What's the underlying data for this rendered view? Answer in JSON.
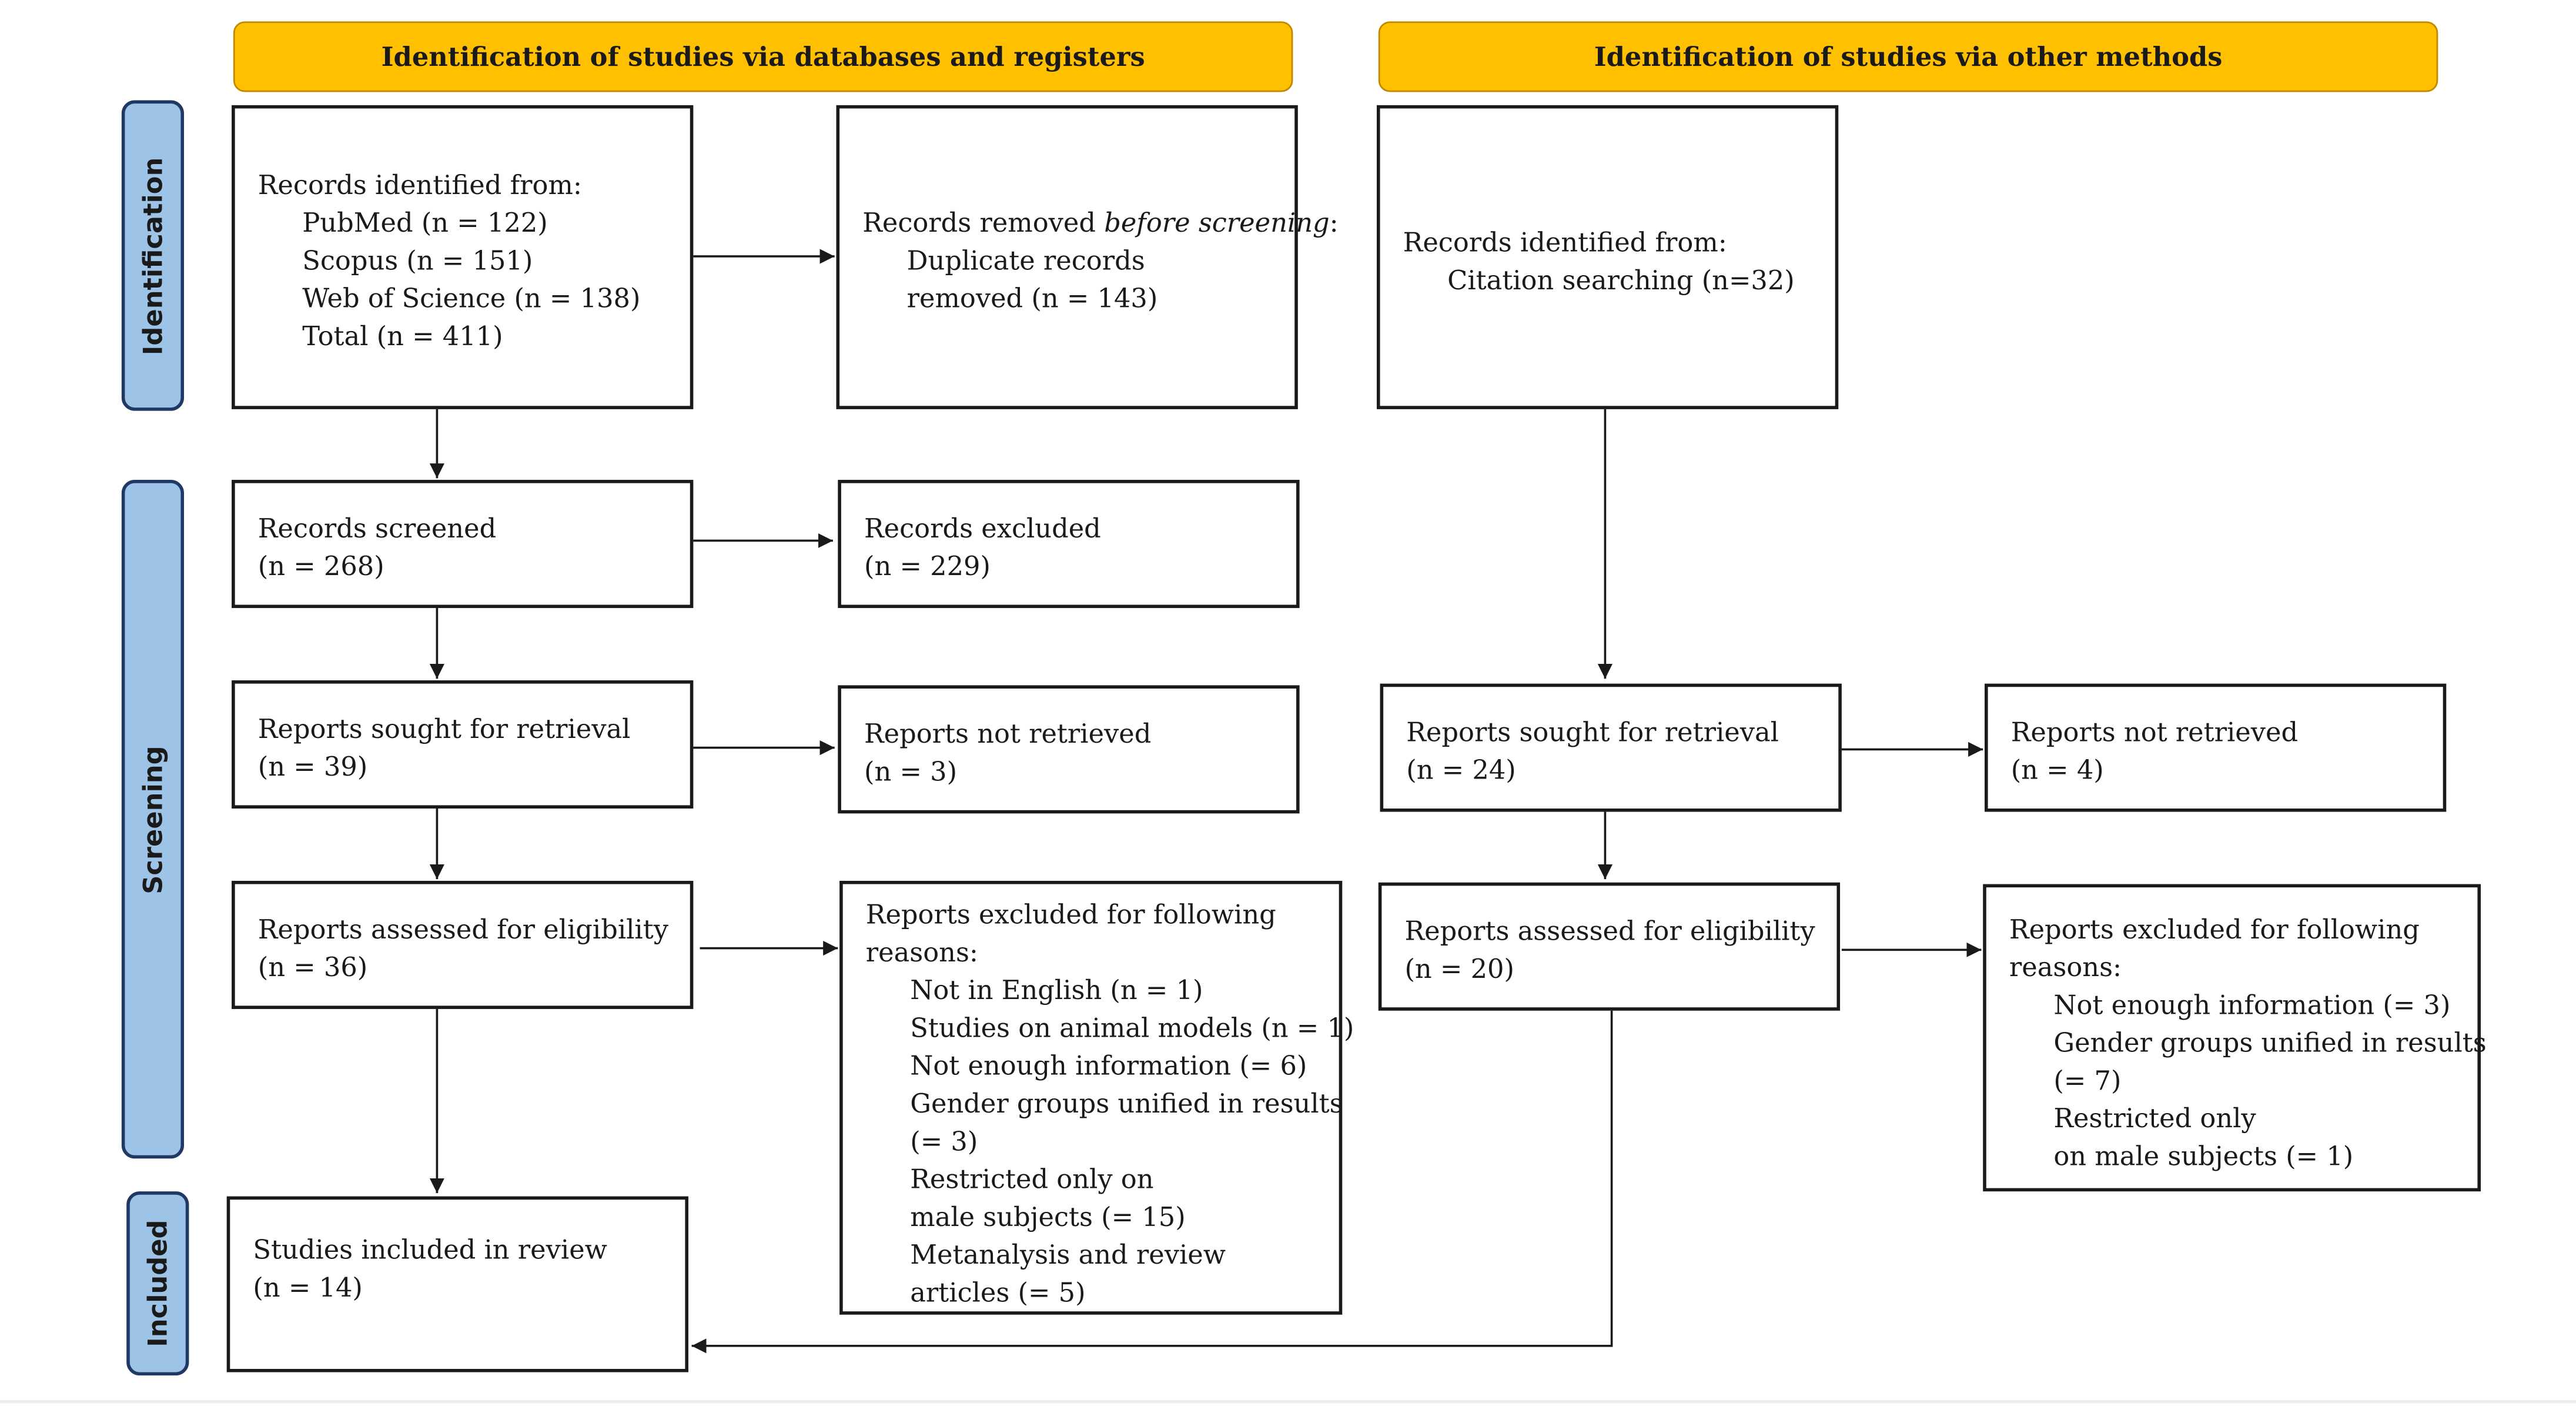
{
  "headers": {
    "databases": "Identification of studies via databases and registers",
    "other": "Identification of studies via other methods"
  },
  "phases": {
    "identification": "Identification",
    "screening": "Screening",
    "included": "Included"
  },
  "databases": {
    "identified": {
      "title": "Records identified from:",
      "lines": [
        "PubMed (n = 122)",
        "Scopus (n = 151)",
        "Web of Science (n = 138)",
        "Total (n = 411)"
      ]
    },
    "removed": {
      "title_pre": "Records removed ",
      "title_em": "before screening",
      "title_post": ":",
      "lines": [
        "Duplicate records",
        "removed (n = 143)"
      ]
    },
    "screened": {
      "title": "Records screened",
      "count": "(n = 268)"
    },
    "excluded": {
      "title": "Records excluded",
      "count": "(n = 229)"
    },
    "sought": {
      "title": "Reports sought for retrieval",
      "count": "(n = 39)"
    },
    "not_retrieved": {
      "title": "Reports not retrieved",
      "count": "(n = 3)"
    },
    "assessed": {
      "title": "Reports assessed for eligibility",
      "count": "(n = 36)"
    },
    "excluded_reasons": {
      "title": [
        "Reports excluded for following",
        "reasons:"
      ],
      "lines": [
        "Not in English (n = 1)",
        "Studies on animal models (n = 1)",
        "Not enough information (= 6)",
        "Gender groups unified in results",
        "(= 3)",
        "Restricted only on",
        "male subjects (= 15)",
        "Metanalysis and review",
        "articles (= 5)"
      ]
    },
    "included": {
      "title": "Studies included in review",
      "count": "(n = 14)"
    }
  },
  "other": {
    "identified": {
      "title": "Records identified from:",
      "line": "Citation searching (n=32)"
    },
    "sought": {
      "title": "Reports sought for retrieval",
      "count": "(n = 24)"
    },
    "not_retrieved": {
      "title": "Reports not retrieved",
      "count": "(n = 4)"
    },
    "assessed": {
      "title": "Reports assessed for eligibility",
      "count": "(n = 20)"
    },
    "excluded_reasons": {
      "title": [
        "Reports excluded for following",
        "reasons:"
      ],
      "lines": [
        "Not enough information (= 3)",
        "Gender groups unified in results",
        "(= 7)",
        "Restricted only",
        "on male subjects (= 1)"
      ]
    }
  }
}
